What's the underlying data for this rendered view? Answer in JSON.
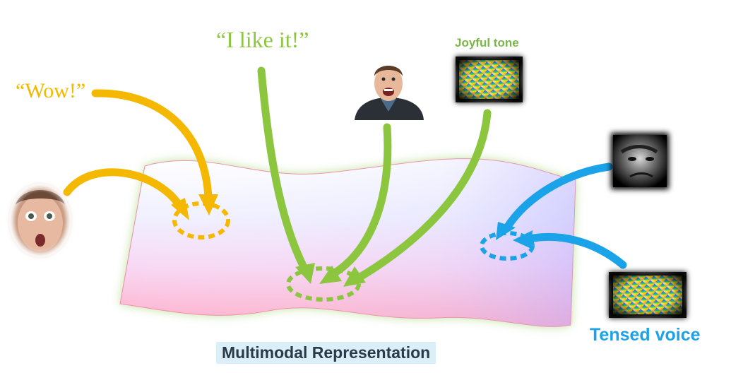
{
  "labels": {
    "quote_wow": "“Wow!”",
    "quote_like": "“I like it!”",
    "joyful_tone": "Joyful tone",
    "tensed_voice": "Tensed voice",
    "multimodal_title": "Multimodal Representation"
  },
  "colors": {
    "yellow": "#f5b800",
    "green": "#8cc63f",
    "blue": "#1aa3e8"
  }
}
